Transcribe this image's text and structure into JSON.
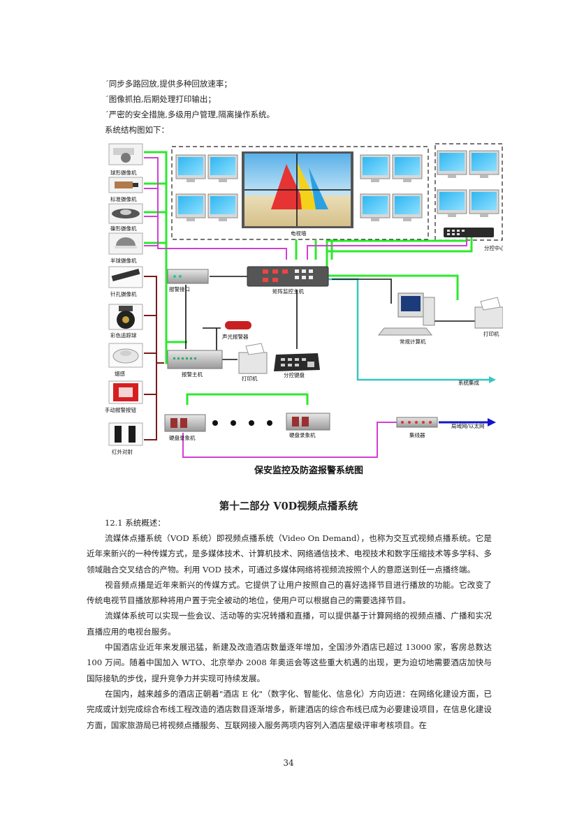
{
  "intro_lines": [
    "´同步多路回放,提供多种回放速率；",
    "´图像抓拍,后期处理打印输出；",
    "´严密的安全措施,多级用户管理,隔离操作系统。",
    "系统结构图如下："
  ],
  "diagram": {
    "title": "保安监控及防盗报警系统图",
    "cameras": [
      "球形摄像机",
      "标准摄像机",
      "碟形摄像机",
      "半球摄像机",
      "针孔摄像机",
      "彩色追踪球"
    ],
    "sensors": [
      "烟感",
      "手动报警按钮",
      "红外对射"
    ],
    "tv_wall": "电视墙",
    "sub_control": "分控中心",
    "alarm_interface": "报警接口",
    "matrix_host": "矩阵监控主机",
    "pc": "常规计算机",
    "printer_right": "打印机",
    "sound_light_alarm": "声光报警器",
    "alarm_host": "报警主机",
    "printer_mid": "打印机",
    "keyboard": "分控键盘",
    "system_integration": "系统集成",
    "dvr1": "硬盘录象机",
    "dvr2": "硬盘录象机",
    "hub": "集线器",
    "lan": "局域网/以太网",
    "colors": {
      "green": "#2ee82e",
      "magenta": "#d23fd2",
      "maroon": "#7a1a1a",
      "teal": "#37c6c0",
      "blue": "#1515c8"
    }
  },
  "section_heading": "第十二部分    V0D视频点播系统",
  "subsection": "12.1  系统概述：",
  "paragraphs": [
    "流媒体点播系统（VOD 系统）即视频点播系统（Video On Demand），也称为交互式视频点播系统。它是近年来新兴的一种传媒方式，是多媒体技术、计算机技术、网络通信技术、电视技术和数字压缩技术等多学科、多领域融合交叉结合的产物。利用 VOD 技术，可通过多媒体网络将视频流按照个人的意愿送到任一点播终端。",
    "视音频点播是近年来新兴的传媒方式。它提供了让用户按照自己的喜好选择节目进行播放的功能。它改变了传统电视节目播放那种将用户置于完全被动的地位，使用户可以根据自己的需要选择节目。",
    "流媒体系统可以实现一些会议、活动等的实况转播和直播，可以提供基于计算网络的视频点播、广播和实况直播应用的电视台服务。",
    "中国酒店业近年来发展迅猛，新建及改造酒店数量逐年增加，全国涉外酒店已超过 13000 家，客房总数达 100 万间。随着中国加入 WTO、北京举办 2008 年奥运会等这些重大机遇的出现，更为迫切地需要酒店加快与国际接轨的步伐，提升竞争力并实现可持续发展。",
    "在国内，越来越多的酒店正朝着\"酒店 E 化\"（数字化、智能化、信息化）方向迈进：在网络化建设方面，已完成或计划完成综合布线工程改造的酒店数目逐渐增多，新建酒店的综合布线已成为必要建设项目，在信息化建设方面，国家旅游局已将视频点播服务、互联网接入服务两项内容列入酒店星级评审考核项目。在"
  ],
  "page_number": "34"
}
